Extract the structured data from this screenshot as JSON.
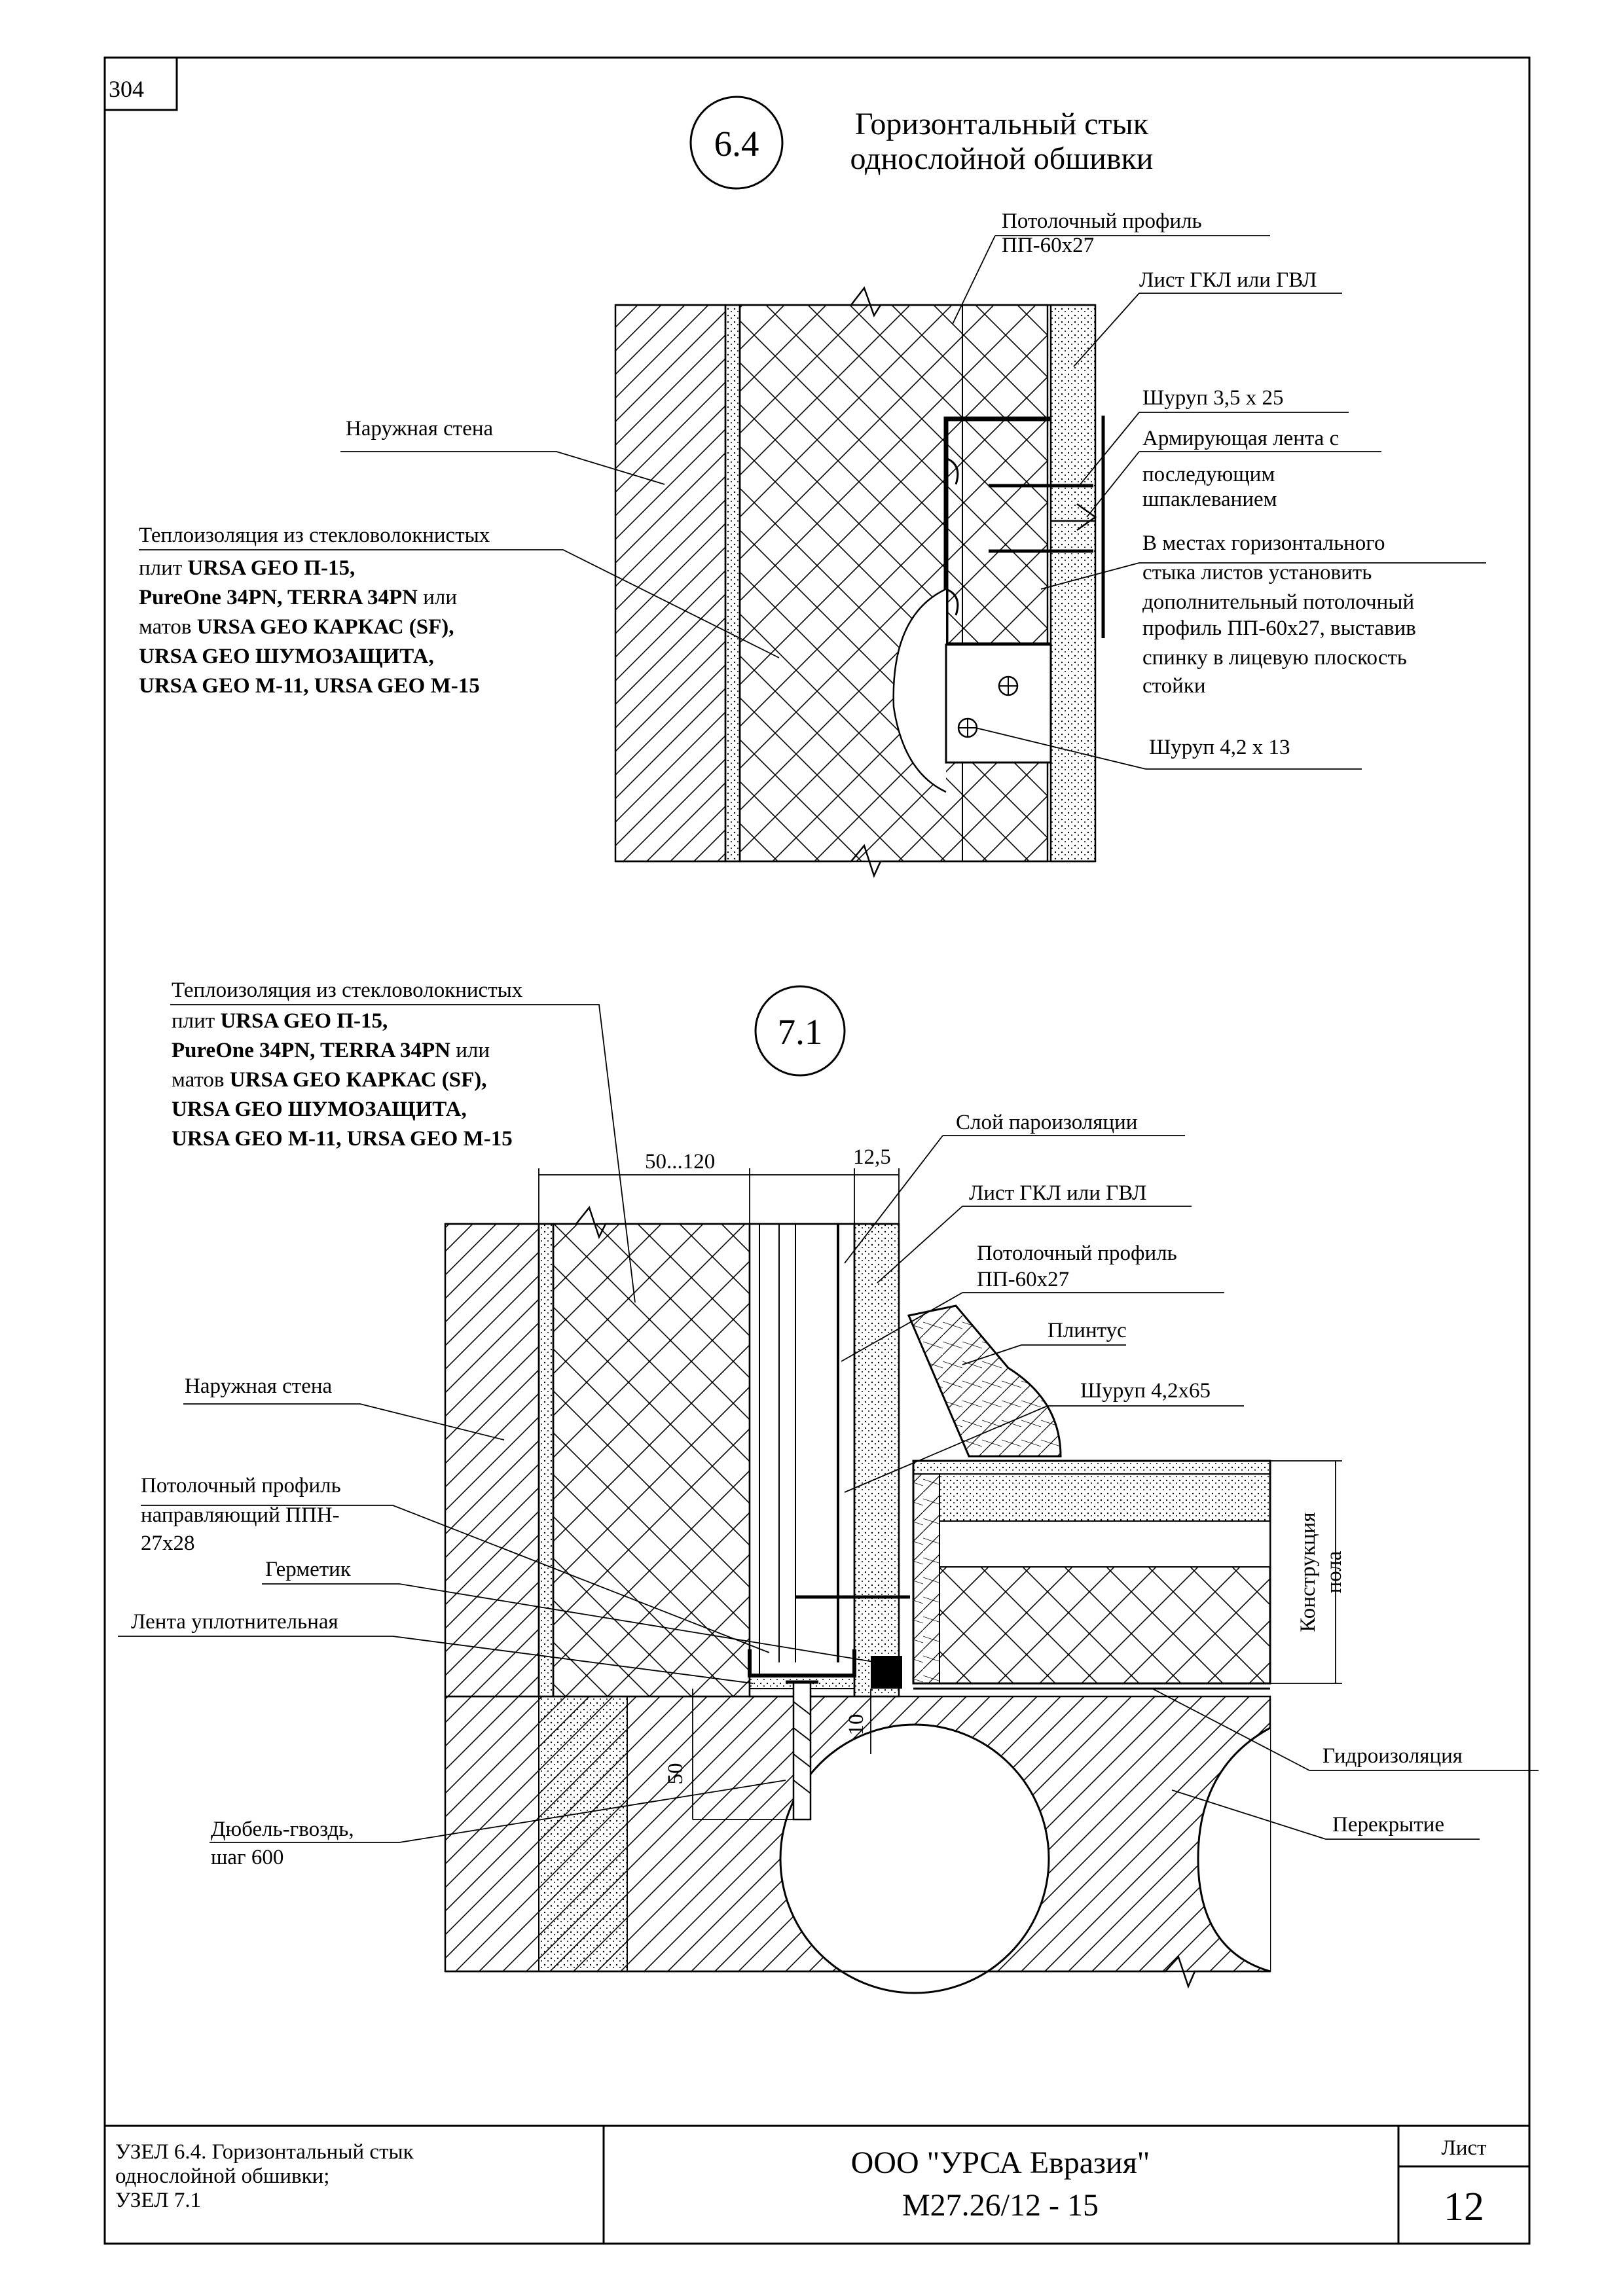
{
  "sheet": {
    "corner_number": "304",
    "title_block": {
      "description": [
        "УЗЕЛ 6.4. Горизонтальный стык",
        "однослойной обшивки;",
        "УЗЕЛ 7.1"
      ],
      "company": "ООО \"УРСА Евразия\"",
      "doc_code": "М27.26/12 - 15",
      "sheet_label": "Лист",
      "sheet_number": "12"
    }
  },
  "node_64": {
    "number": "6.4",
    "title": [
      "Горизонтальный стык",
      "однослойной обшивки"
    ],
    "labels": {
      "ceiling_profile": [
        "Потолочный профиль",
        "ПП-60х27"
      ],
      "board": "Лист ГКЛ или ГВЛ",
      "outer_wall": "Наружная стена",
      "screw_35": "Шуруп 3,5 х 25",
      "tape": [
        "Армирующая лента с",
        "последующим",
        "шпаклеванием"
      ],
      "insulation_normal": [
        "Теплоизоляция из стекловолокнистых",
        "плит "
      ],
      "insulation_bold": [
        "URSA GEO П-15,",
        "PureOne 34PN, TERRA 34PN"
      ],
      "insulation_or": " или",
      "insulation_mats": "матов ",
      "insulation_mats_bold": "URSA GEO КАРКАС (SF),",
      "insulation_tail": [
        "URSA GEO ШУМОЗАЩИТА,",
        "URSA GEO M-11,  URSA GEO M-15"
      ],
      "note": [
        "В местах горизонтального",
        "стыка листов установить",
        "дополнительный потолочный",
        "профиль ПП-60х27, выставив",
        "спинку в лицевую плоскость",
        "стойки"
      ],
      "screw_42": "Шуруп 4,2 х 13"
    }
  },
  "node_71": {
    "number": "7.1",
    "labels": {
      "insulation_normal": [
        "Теплоизоляция из стекловолокнистых",
        "плит "
      ],
      "insulation_bold": [
        "URSA GEO П-15,",
        "PureOne 34PN, TERRA 34PN"
      ],
      "insulation_or": " или",
      "insulation_mats": "матов ",
      "insulation_mats_bold": "URSA GEO КАРКАС (SF),",
      "insulation_tail": [
        "URSA GEO ШУМОЗАЩИТА,",
        "URSA GEO M-11,  URSA GEO M-15"
      ],
      "vapor": "Слой пароизоляции",
      "board": "Лист ГКЛ или ГВЛ",
      "ceiling_profile": [
        "Потолочный профиль",
        "ПП-60х27"
      ],
      "plinth": "Плинтус",
      "outer_wall": "Наружная стена",
      "screw_4265": "Шуруп 4,2х65",
      "guide_profile": [
        "Потолочный профиль",
        "направляющий ППН-",
        "27х28"
      ],
      "sealant": "Герметик",
      "seal_tape": "Лента уплотнительная",
      "floor": [
        "Конструкция",
        "пола"
      ],
      "waterproofing": "Гидроизоляция",
      "slab": "Перекрытие",
      "dowel": [
        "Дюбель-гвоздь,",
        "шаг 600"
      ]
    },
    "dimensions": {
      "insulation_width": "50...120",
      "board_width": "12,5",
      "dim_50": "50",
      "dim_10": "10"
    }
  }
}
